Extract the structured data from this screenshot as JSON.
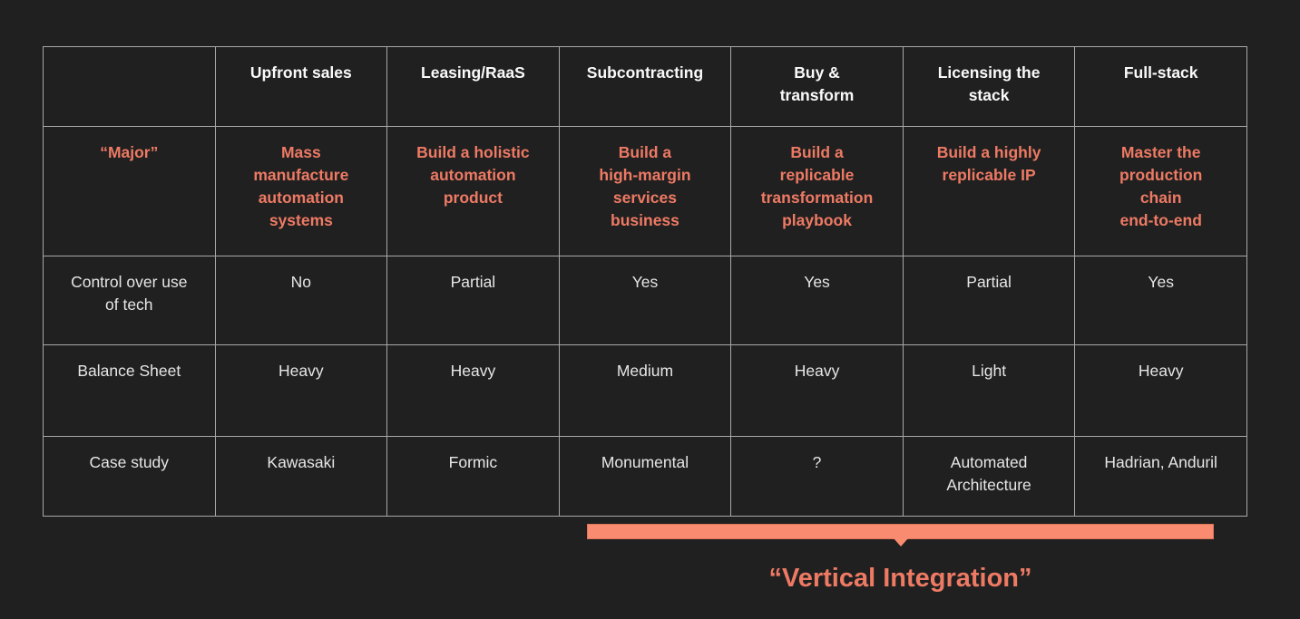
{
  "colors": {
    "background": "#202020",
    "border_gray": "#a8a8a8",
    "header_text": "#fafafa",
    "body_text": "#e6e6e6",
    "salmon_text": "#ee7a64",
    "bar_fill": "#f98c70",
    "bar_border": "#e0745c"
  },
  "table": {
    "columns": {
      "0": "",
      "1": "Upfront sales",
      "2": "Leasing/RaaS",
      "3": "Subcontracting",
      "4": "Buy &\ntransform",
      "5": "Licensing the\nstack",
      "6": "Full-stack"
    },
    "rows": {
      "major": {
        "label": "“Major”",
        "cells": {
          "0": "Mass\nmanufacture\nautomation\nsystems",
          "1": "Build a holistic\nautomation\nproduct",
          "2": "Build a\nhigh-margin\nservices\nbusiness",
          "3": "Build a\nreplicable\ntransformation\nplaybook",
          "4": "Build a highly\nreplicable IP",
          "5": "Master the\nproduction\nchain\nend-to-end"
        }
      },
      "control": {
        "label": "Control over use\nof tech",
        "cells": {
          "0": "No",
          "1": "Partial",
          "2": "Yes",
          "3": "Yes",
          "4": "Partial",
          "5": "Yes"
        }
      },
      "balance": {
        "label": "Balance Sheet",
        "cells": {
          "0": "Heavy",
          "1": "Heavy",
          "2": "Medium",
          "3": "Heavy",
          "4": "Light",
          "5": "Heavy"
        }
      },
      "case_study": {
        "label": "Case study",
        "cells": {
          "0": "Kawasaki",
          "1": "Formic",
          "2": "Monumental",
          "3": "?",
          "4": "Automated\nArchitecture",
          "5": "Hadrian, Anduril"
        }
      }
    }
  },
  "annotation": {
    "label": "“Vertical Integration”"
  }
}
